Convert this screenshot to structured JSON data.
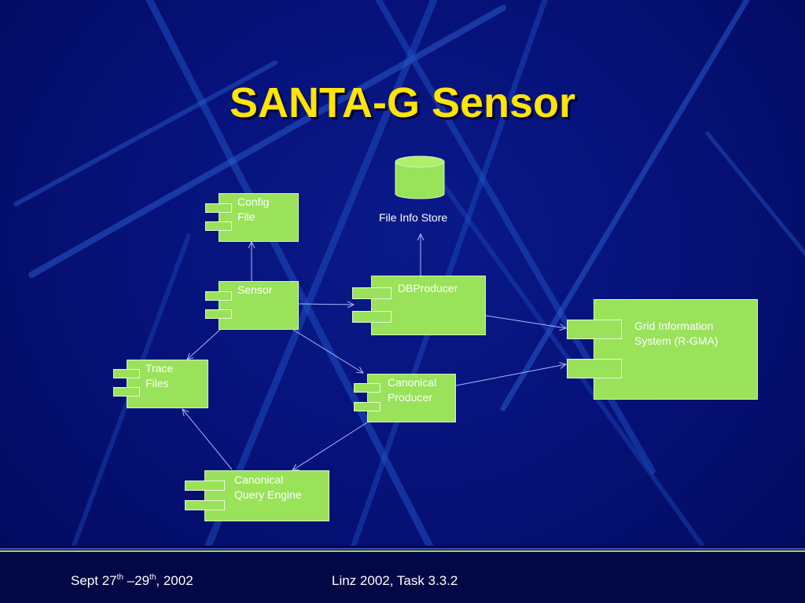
{
  "slide": {
    "title": "SANTA-G Sensor",
    "footer_date": {
      "part1": "Sept 27",
      "sup1": "th",
      "part2": " –29",
      "sup2": "th",
      "part3": ", 2002"
    },
    "footer_event": "Linz 2002, Task 3.3.2"
  },
  "colors": {
    "title": "#ffe500",
    "component_fill": "#99e25a",
    "background": "#06127a",
    "connector": "#aab8ff"
  },
  "diagram": {
    "datastore": {
      "label": "File Info Store"
    },
    "components": {
      "config_file": {
        "line1": "Config",
        "line2": "File"
      },
      "sensor": {
        "line1": "Sensor",
        "line2": ""
      },
      "trace_files": {
        "line1": "Trace",
        "line2": "Files"
      },
      "db_producer": {
        "line1": "DBProducer",
        "line2": ""
      },
      "canonical_producer": {
        "line1": "Canonical",
        "line2": "Producer"
      },
      "canonical_query_engine": {
        "line1": "Canonical",
        "line2": "Query Engine"
      },
      "grid_information_system": {
        "line1": "Grid Information",
        "line2": "System (R-GMA)"
      }
    }
  }
}
